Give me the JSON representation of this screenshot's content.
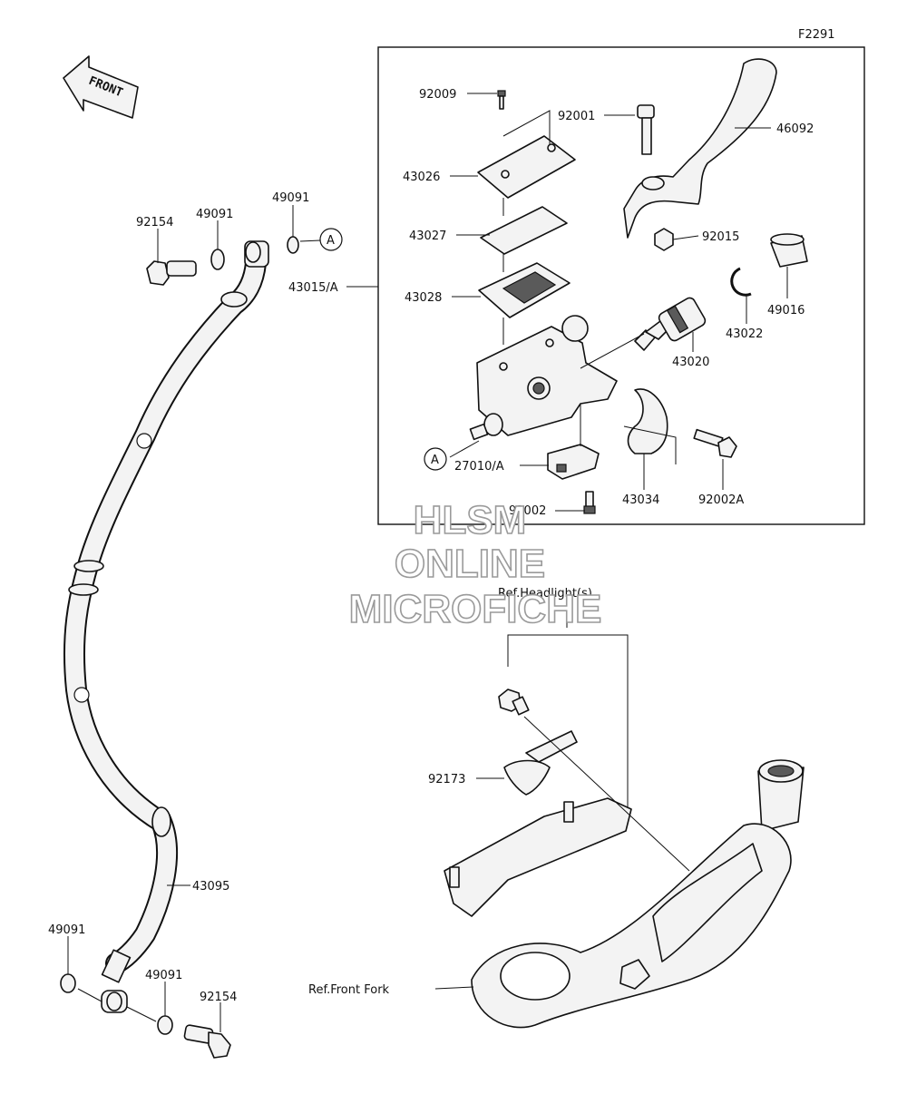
{
  "figure_id": "F2291",
  "front_arrow_label": "FRONT",
  "ref_marker": "A",
  "watermark": {
    "line1": "HLSM",
    "line2": "ONLINE",
    "line3": "MICROFICHE"
  },
  "parts": {
    "p92009": "92009",
    "p92001": "92001",
    "p46092": "46092",
    "p43026": "43026",
    "p43027": "43027",
    "p43028": "43028",
    "p92015": "92015",
    "p49016": "49016",
    "p43022": "43022",
    "p43020": "43020",
    "p43015A": "43015/A",
    "p27010A": "27010/A",
    "p92002": "92002",
    "p43034": "43034",
    "p92002A": "92002A",
    "p92154_top": "92154",
    "p49091_top1": "49091",
    "p49091_top2": "49091",
    "p43095": "43095",
    "p49091_bot1": "49091",
    "p49091_bot2": "49091",
    "p92154_bot": "92154",
    "p92173": "92173"
  },
  "references": {
    "headlight": "Ref.Headlight(s)",
    "front_fork": "Ref.Front Fork"
  }
}
